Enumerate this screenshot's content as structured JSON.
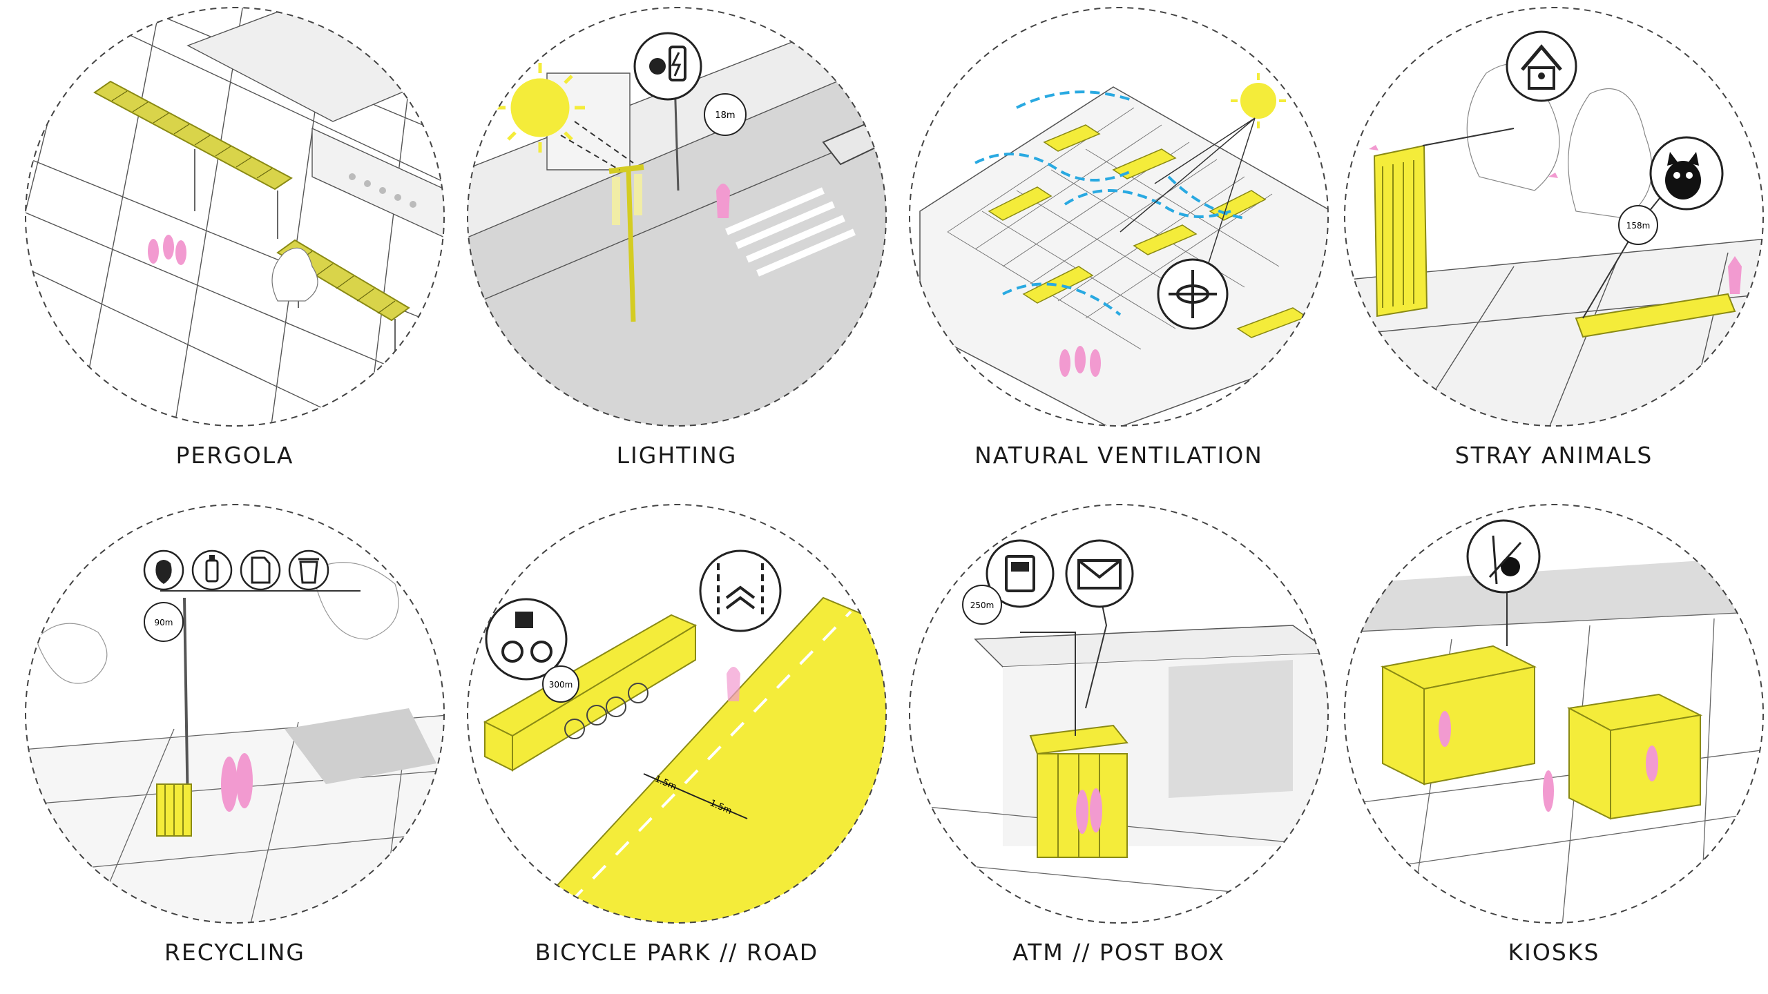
{
  "colors": {
    "accent_yellow": "#f4ec3a",
    "figure_pink": "#f29ad0",
    "airflow_blue": "#29a9e1",
    "line": "#444444",
    "shade": "#d9d9d9"
  },
  "panels": [
    {
      "id": "pergola",
      "caption": "PERGOLA",
      "icons": []
    },
    {
      "id": "lighting",
      "caption": "LIGHTING",
      "icons": [
        "solar-battery-icon"
      ],
      "distance_label": "18m"
    },
    {
      "id": "natural-ventilation",
      "caption": "NATURAL VENTILATION",
      "icons": [
        "sun-icon",
        "airflow-icon"
      ]
    },
    {
      "id": "stray-animals",
      "caption": "STRAY ANIMALS",
      "icons": [
        "birdhouse-icon",
        "cat-icon"
      ],
      "distance_label": "158m"
    },
    {
      "id": "recycling",
      "caption": "RECYCLING",
      "icons": [
        "organic-waste-icon",
        "bottle-icon",
        "paper-icon",
        "trash-bin-icon"
      ],
      "distance_label": "90m"
    },
    {
      "id": "bicycle",
      "caption": "BICYCLE PARK // ROAD",
      "icons": [
        "bicycle-parking-icon",
        "bike-lane-icon"
      ],
      "distance_label": "300m",
      "lane_width_left": "1.5m",
      "lane_width_right": "1.5m"
    },
    {
      "id": "atm-postbox",
      "caption": "ATM // POST BOX",
      "icons": [
        "atm-icon",
        "envelope-icon"
      ],
      "distance_label": "250m"
    },
    {
      "id": "kiosks",
      "caption": "KIOSKS",
      "icons": [
        "tailor-icon"
      ]
    }
  ]
}
